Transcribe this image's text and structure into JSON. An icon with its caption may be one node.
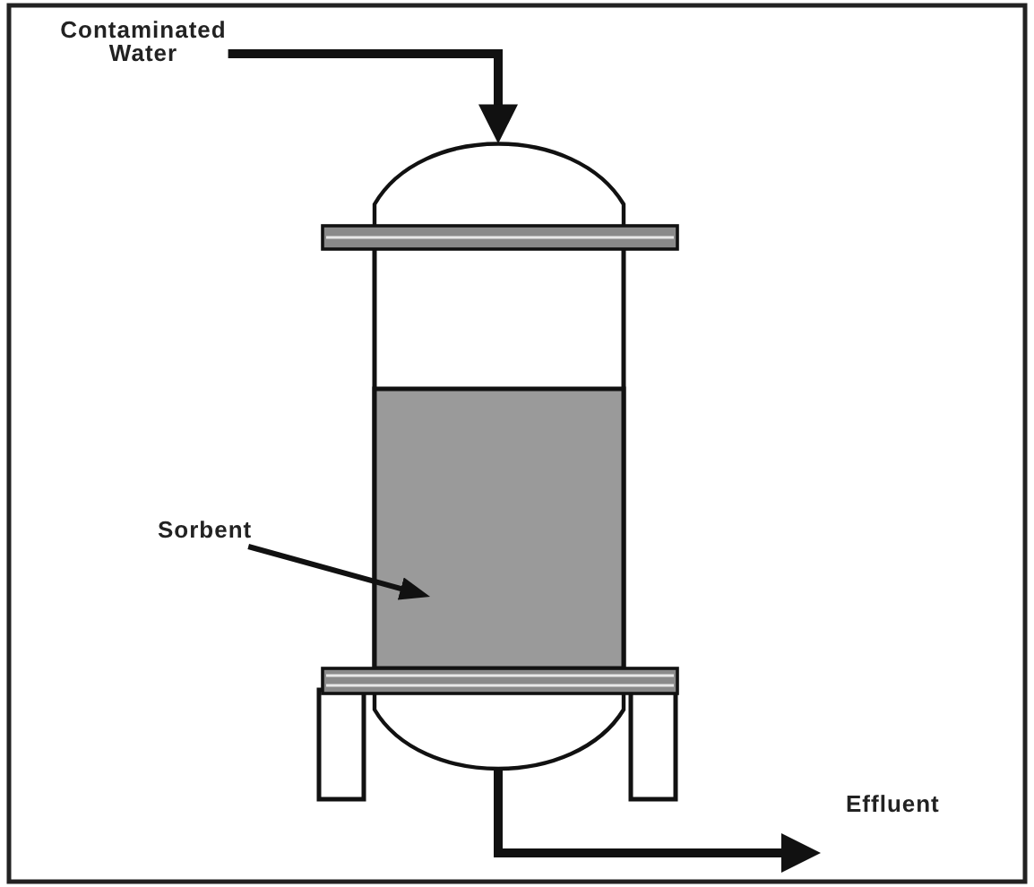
{
  "diagram": {
    "nodes": [
      {
        "text": [
          "Contaminated Water"
        ]
      },
      {
        "text": [],
        "shape": "picture"
      },
      {
        "text": [
          "Sorbent"
        ]
      },
      {
        "text": [],
        "shape": "box",
        "in": 1
      },
      {
        "text": [
          "Effluent"
        ]
      }
    ],
    "edges": [
      {
        "from": 0,
        "to": 1,
        "arrow": "to"
      },
      {
        "from": 2,
        "to": 3,
        "arrow": "to"
      },
      {
        "from": 1,
        "to": 4,
        "arrow": "to"
      }
    ]
  }
}
